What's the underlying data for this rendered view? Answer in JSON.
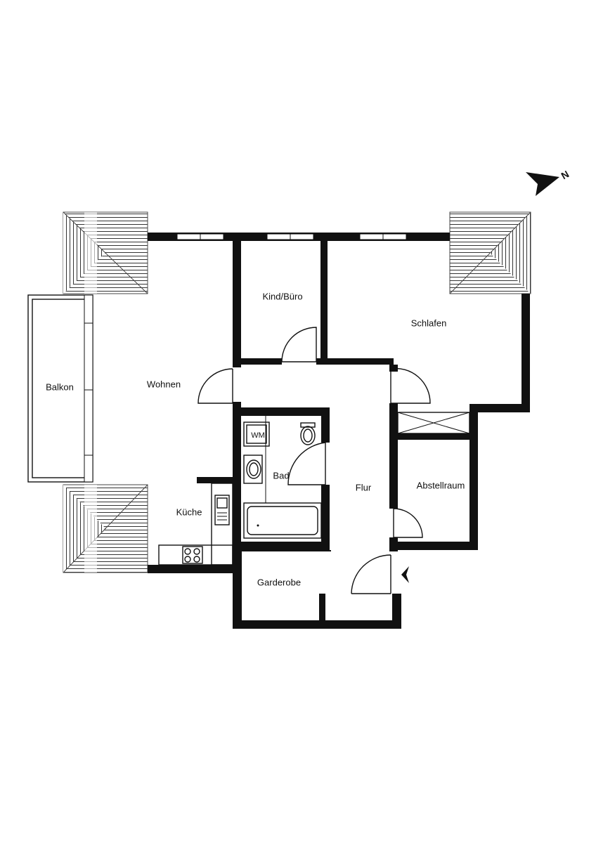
{
  "rooms": {
    "balkon": "Balkon",
    "wohnen": "Wohnen",
    "kind_buero": "Kind/Büro",
    "schlafen": "Schlafen",
    "bad": "Bad",
    "flur": "Flur",
    "abstellraum": "Abstellraum",
    "kueche": "Küche",
    "garderobe": "Garderobe"
  },
  "fixtures": {
    "washing_machine": "WM"
  },
  "compass": {
    "letter": "N",
    "icon": "north-arrow-icon"
  },
  "entrance": {
    "icon": "entrance-arrow-icon"
  }
}
